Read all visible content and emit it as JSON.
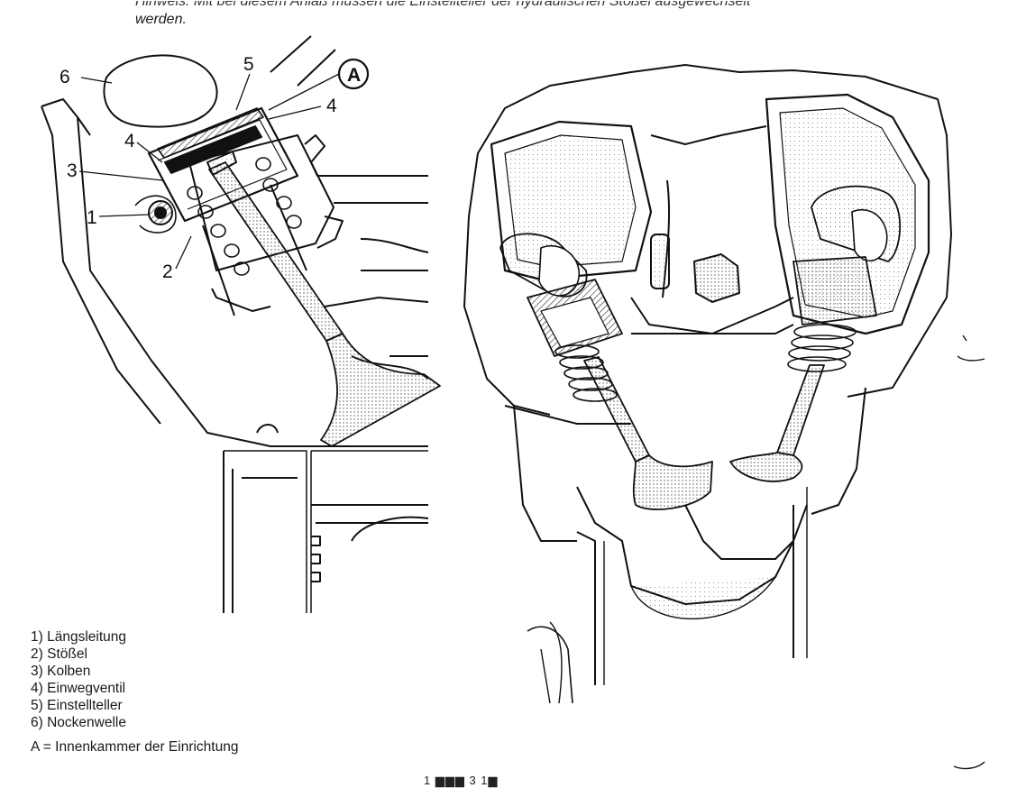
{
  "header": {
    "line1": "Hinweis: Mit bei diesem Anlaß müssen die Einstellteller der hydraulischen Stößel ausgewechselt",
    "line2": "werden."
  },
  "callouts": {
    "c1": "1",
    "c2": "2",
    "c3": "3",
    "c4a": "4",
    "c4b": "4",
    "c5": "5",
    "c6": "6",
    "cA": "A"
  },
  "legend": {
    "items": [
      {
        "num": "1)",
        "text": "Längsleitung"
      },
      {
        "num": "2)",
        "text": "Stößel"
      },
      {
        "num": "3)",
        "text": "Kolben"
      },
      {
        "num": "4)",
        "text": "Einwegventil"
      },
      {
        "num": "5)",
        "text": "Einstellteller"
      },
      {
        "num": "6)",
        "text": "Nockenwelle"
      }
    ],
    "key_label": "A = Innenkammer der Einrichtung"
  },
  "footer": {
    "mark": "1 ▆▆▆ 3 1▆"
  },
  "figures": {
    "left": "valve-section-drawing",
    "right": "cylinder-head-cutaway"
  }
}
